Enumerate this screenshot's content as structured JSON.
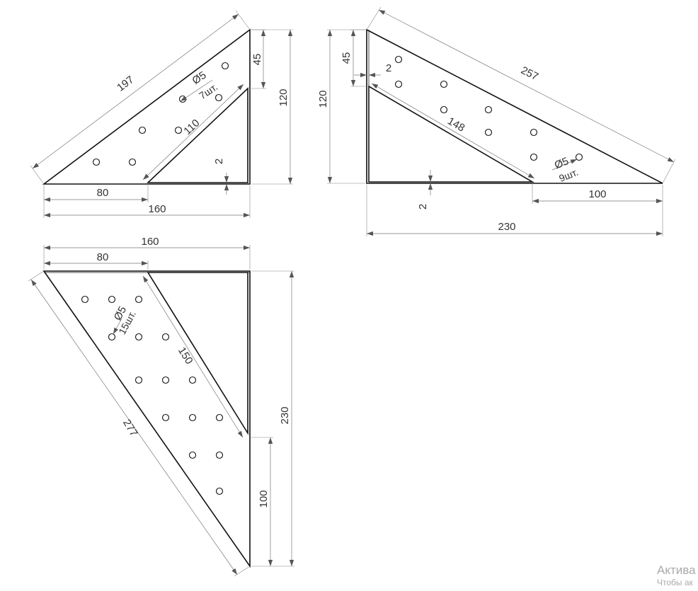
{
  "views": {
    "view1": {
      "dims": {
        "hyp": "197",
        "top": "45",
        "height": "120",
        "inner": "110",
        "gap": "2",
        "left_w": "80",
        "total_w": "160"
      },
      "hole": {
        "dia": "5",
        "count": "7шт."
      }
    },
    "view2": {
      "dims": {
        "top": "45",
        "height": "120",
        "gap_top": "2",
        "hyp": "257",
        "inner": "148",
        "gap_bottom": "2",
        "right_w": "100",
        "total_w": "230"
      },
      "hole": {
        "dia": "5",
        "count": "9шт."
      }
    },
    "view3": {
      "dims": {
        "total_w": "160",
        "left_w": "80",
        "inner": "150",
        "hyp": "277",
        "height": "230",
        "lower_h": "100"
      },
      "hole": {
        "dia": "5",
        "count": "15шт."
      }
    }
  },
  "diameter_symbol": "Ø",
  "watermark": {
    "title": "Актива",
    "subtitle": "Чтобы ак"
  }
}
